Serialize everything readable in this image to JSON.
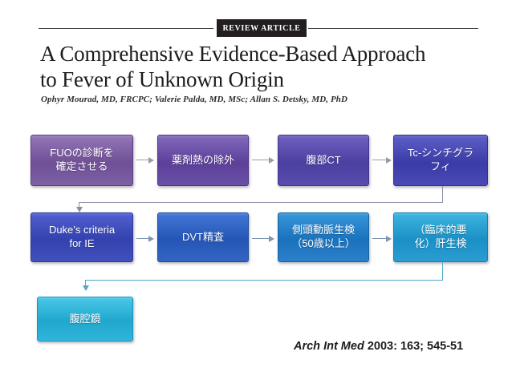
{
  "header": {
    "badge_label": "REVIEW ARTICLE",
    "title_line1": "A Comprehensive Evidence-Based Approach",
    "title_line2": "to Fever of Unknown Origin",
    "authors": "Ophyr Mourad, MD, FRCPC; Valerie Palda, MD, MSc; Allan S. Detsky, MD, PhD"
  },
  "flowchart": {
    "row1": [
      {
        "line1": "FUOの診断を",
        "line2": "確定させる",
        "color": "#6f4f96"
      },
      {
        "line1": "薬剤熱の除外",
        "line2": "",
        "color": "#5c3f9a"
      },
      {
        "line1": "腹部CT",
        "line2": "",
        "color": "#4b3fa0"
      },
      {
        "line1": "Tc-シンチグラ",
        "line2": "フィ",
        "color": "#3b3ba8"
      }
    ],
    "row2": [
      {
        "line1": "Duke’s criteria",
        "line2": "for IE",
        "color": "#3342ae"
      },
      {
        "line1": "DVT精査",
        "line2": "",
        "color": "#2556b6"
      },
      {
        "line1": "側頭動脈生検",
        "line2": "（50歳以上）",
        "color": "#1a72bd"
      },
      {
        "line1": "（臨床的悪",
        "line2": "化）肝生検",
        "color": "#1a90c6"
      }
    ],
    "row3": [
      {
        "line1": "腹腔鏡",
        "line2": "",
        "color": "#20a7ce"
      }
    ]
  },
  "citation": {
    "journal": "Arch Int Med",
    "details": " 2003: 163; 545-51"
  },
  "colors": {
    "rule": "#3a3a3a",
    "badge_bg": "#231f20",
    "arrow_gray": "#9a9aa8",
    "arrow_blue": "#7e95b4",
    "connector_gray": "#8a8ea6",
    "connector_cyan": "#4fa8cd"
  }
}
